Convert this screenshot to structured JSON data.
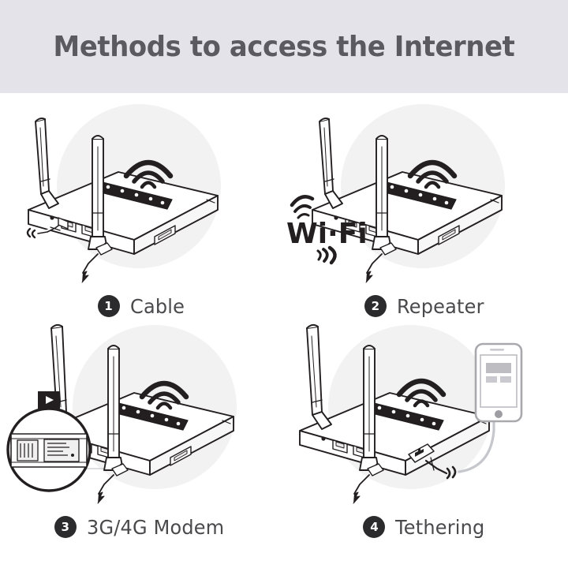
{
  "header": {
    "title": "Methods to access the Internet",
    "band_color": "#e4e3e9",
    "title_color": "#5a5a60"
  },
  "theme": {
    "page_background": "#ffffff",
    "circle_background": "#f2f2f2",
    "line_color": "#231f20",
    "badge_background": "#2b2b2d",
    "badge_text": "#ffffff",
    "caption_color": "#4a4a4d",
    "device_fill": "#ffffff",
    "led_strip": "#231f20",
    "phone_outline": "#a9a9ad"
  },
  "panels": [
    {
      "number": "1",
      "label": "Cable",
      "icons": [
        "router-icon",
        "antenna-icon",
        "wifi-signal-icon",
        "ethernet-cable-icon",
        "power-cable-icon"
      ],
      "wifi_logo": null
    },
    {
      "number": "2",
      "label": "Repeater",
      "icons": [
        "router-icon",
        "antenna-icon",
        "wifi-signal-icon",
        "wifi-logo-icon",
        "power-cable-icon"
      ],
      "wifi_logo": "Wi·Fi"
    },
    {
      "number": "3",
      "label": "3G/4G Modem",
      "icons": [
        "router-icon",
        "antenna-icon",
        "wifi-signal-icon",
        "magnifier-callout-icon",
        "sim-slot-icon",
        "power-cable-icon"
      ],
      "wifi_logo": null
    },
    {
      "number": "4",
      "label": "Tethering",
      "icons": [
        "router-icon",
        "antenna-icon",
        "wifi-signal-icon",
        "smartphone-icon",
        "usb-cable-icon",
        "power-cable-icon"
      ],
      "wifi_logo": null
    }
  ]
}
